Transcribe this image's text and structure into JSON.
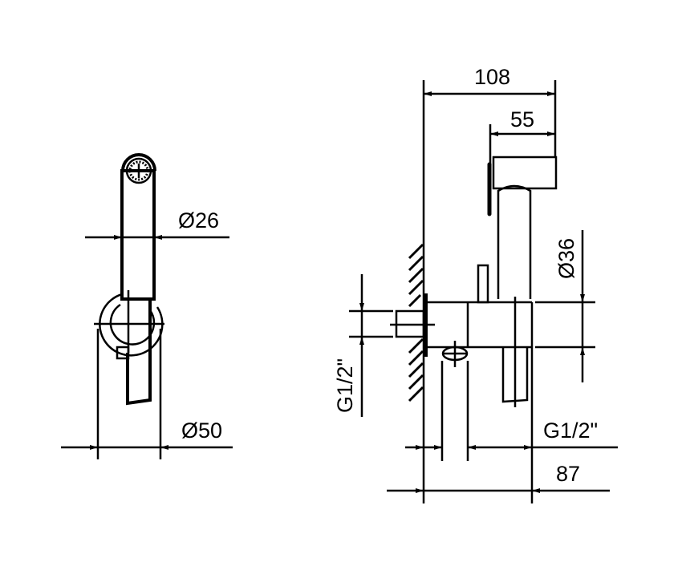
{
  "drawing": {
    "front_view": {
      "head_diameter_label": "Ø26",
      "base_diameter_label": "Ø50"
    },
    "side_view": {
      "total_depth_label": "108",
      "head_depth_label": "55",
      "body_diameter_label": "Ø36",
      "inlet_thread_label": "G1/2\"",
      "outlet_thread_label": "G1/2\"",
      "outlet_offset_label": "87"
    },
    "line_color": "#000000"
  }
}
